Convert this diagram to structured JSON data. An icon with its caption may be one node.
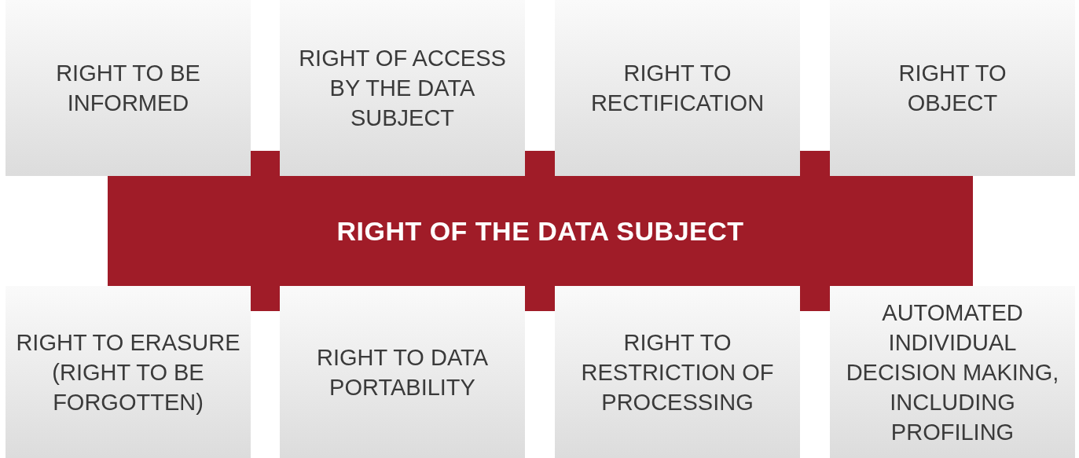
{
  "diagram": {
    "nodes": [
      {
        "text": [
          "RIGHT TO BE INFORMED"
        ]
      },
      {
        "text": [
          "RIGHT OF ACCESS BY THE DATA SUBJECT"
        ]
      },
      {
        "text": [
          "RIGHT TO RECTIFICATION"
        ]
      },
      {
        "text": [
          "RIGHT TO OBJECT"
        ]
      },
      {
        "text": [
          "RIGHT OF THE DATA SUBJECT"
        ]
      },
      {
        "text": [],
        "shape": "box"
      },
      {
        "text": [],
        "shape": "box"
      },
      {
        "text": [],
        "shape": "box"
      },
      {
        "text": [],
        "shape": "box"
      },
      {
        "text": [],
        "shape": "box"
      },
      {
        "text": [],
        "shape": "box"
      },
      {
        "text": [
          "RIGHT TO ERASURE (RIGHT TO BE FORGOTTEN)"
        ]
      },
      {
        "text": [
          "RIGHT TO DATA PORTABILITY"
        ]
      },
      {
        "text": [
          "RIGHT TO RESTRICTION OF PROCESSING"
        ]
      },
      {
        "text": [
          "AUTOMATED INDIVIDUAL DECISION MAKING, INCLUDING PROFILING"
        ]
      }
    ]
  }
}
